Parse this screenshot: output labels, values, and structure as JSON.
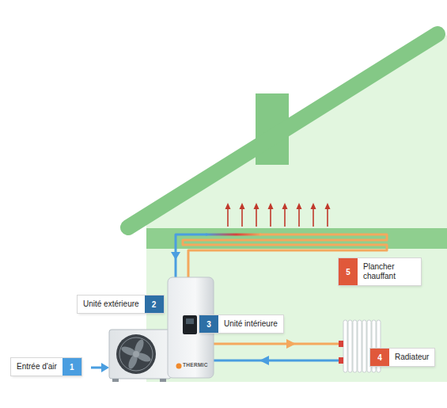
{
  "diagram": {
    "nodes": [
      {
        "text": [
          "Plancher chauffant",
          "5"
        ]
      },
      {
        "text": [
          "Unité extérieure",
          "2"
        ]
      },
      {
        "text": [
          "Unité intérieure",
          "3"
        ]
      },
      {
        "text": [
          "Radiateur",
          "4"
        ]
      },
      {
        "text": [
          "Entrée d'air",
          "1"
        ]
      }
    ],
    "labels": [
      "THERMIC"
    ]
  }
}
